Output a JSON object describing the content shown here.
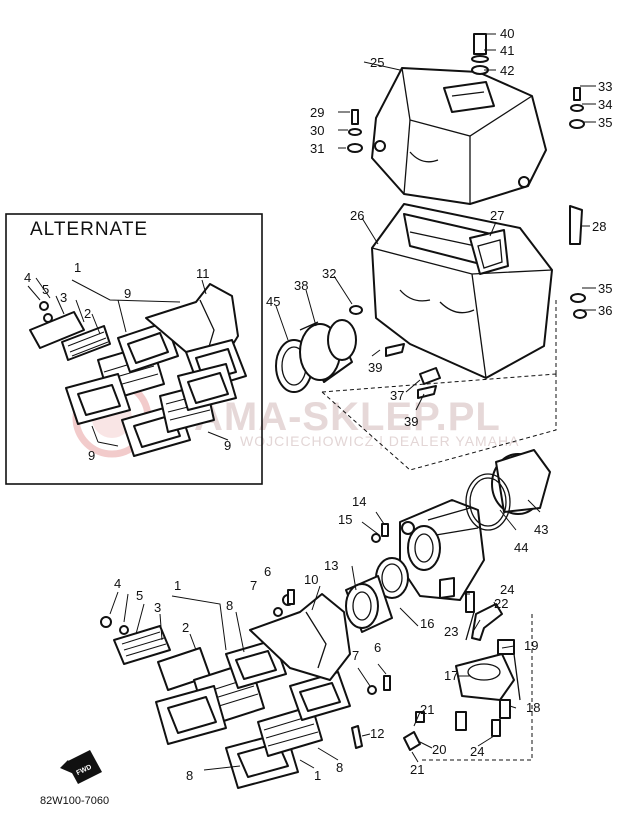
{
  "diagram": {
    "alternate_label": "ALTERNATE",
    "catalog_code": "82W100-7060",
    "forward_badge": "FWD",
    "watermark": {
      "main": "YAMA-SKLEP.PL",
      "sub": "WOJCIECHOWICZ | DEALER YAMAHA",
      "seal_color": "#e8a0a0"
    },
    "ink_color": "#111111",
    "callouts": [
      {
        "id": "c40",
        "label": "40"
      },
      {
        "id": "c41",
        "label": "41"
      },
      {
        "id": "c42",
        "label": "42"
      },
      {
        "id": "c25",
        "label": "25"
      },
      {
        "id": "c33",
        "label": "33"
      },
      {
        "id": "c34",
        "label": "34"
      },
      {
        "id": "c35a",
        "label": "35"
      },
      {
        "id": "c29",
        "label": "29"
      },
      {
        "id": "c30",
        "label": "30"
      },
      {
        "id": "c31",
        "label": "31"
      },
      {
        "id": "c26",
        "label": "26"
      },
      {
        "id": "c27",
        "label": "27"
      },
      {
        "id": "c28",
        "label": "28"
      },
      {
        "id": "c32",
        "label": "32"
      },
      {
        "id": "c35b",
        "label": "35"
      },
      {
        "id": "c36",
        "label": "36"
      },
      {
        "id": "c45",
        "label": "45"
      },
      {
        "id": "c38",
        "label": "38"
      },
      {
        "id": "c39a",
        "label": "39"
      },
      {
        "id": "c37",
        "label": "37"
      },
      {
        "id": "c39b",
        "label": "39"
      },
      {
        "id": "a4",
        "label": "4"
      },
      {
        "id": "a1",
        "label": "1"
      },
      {
        "id": "a5",
        "label": "5"
      },
      {
        "id": "a3",
        "label": "3"
      },
      {
        "id": "a2",
        "label": "2"
      },
      {
        "id": "a9a",
        "label": "9"
      },
      {
        "id": "a11",
        "label": "11"
      },
      {
        "id": "a9b",
        "label": "9"
      },
      {
        "id": "a9c",
        "label": "9"
      },
      {
        "id": "c14",
        "label": "14"
      },
      {
        "id": "c15",
        "label": "15"
      },
      {
        "id": "c43",
        "label": "43"
      },
      {
        "id": "c44",
        "label": "44"
      },
      {
        "id": "c13",
        "label": "13"
      },
      {
        "id": "c24a",
        "label": "24"
      },
      {
        "id": "c22",
        "label": "22"
      },
      {
        "id": "c23",
        "label": "23"
      },
      {
        "id": "c16",
        "label": "16"
      },
      {
        "id": "c19",
        "label": "19"
      },
      {
        "id": "c17",
        "label": "17"
      },
      {
        "id": "c18",
        "label": "18"
      },
      {
        "id": "c4",
        "label": "4"
      },
      {
        "id": "c1a",
        "label": "1"
      },
      {
        "id": "c5",
        "label": "5"
      },
      {
        "id": "c3",
        "label": "3"
      },
      {
        "id": "c2",
        "label": "2"
      },
      {
        "id": "c7a",
        "label": "7"
      },
      {
        "id": "c6a",
        "label": "6"
      },
      {
        "id": "c8a",
        "label": "8"
      },
      {
        "id": "c10",
        "label": "10"
      },
      {
        "id": "c7b",
        "label": "7"
      },
      {
        "id": "c6b",
        "label": "6"
      },
      {
        "id": "c21a",
        "label": "21"
      },
      {
        "id": "c12",
        "label": "12"
      },
      {
        "id": "c8b",
        "label": "8"
      },
      {
        "id": "c8c",
        "label": "8"
      },
      {
        "id": "c1b",
        "label": "1"
      },
      {
        "id": "c20",
        "label": "20"
      },
      {
        "id": "c24b",
        "label": "24"
      },
      {
        "id": "c21b",
        "label": "21"
      }
    ]
  }
}
